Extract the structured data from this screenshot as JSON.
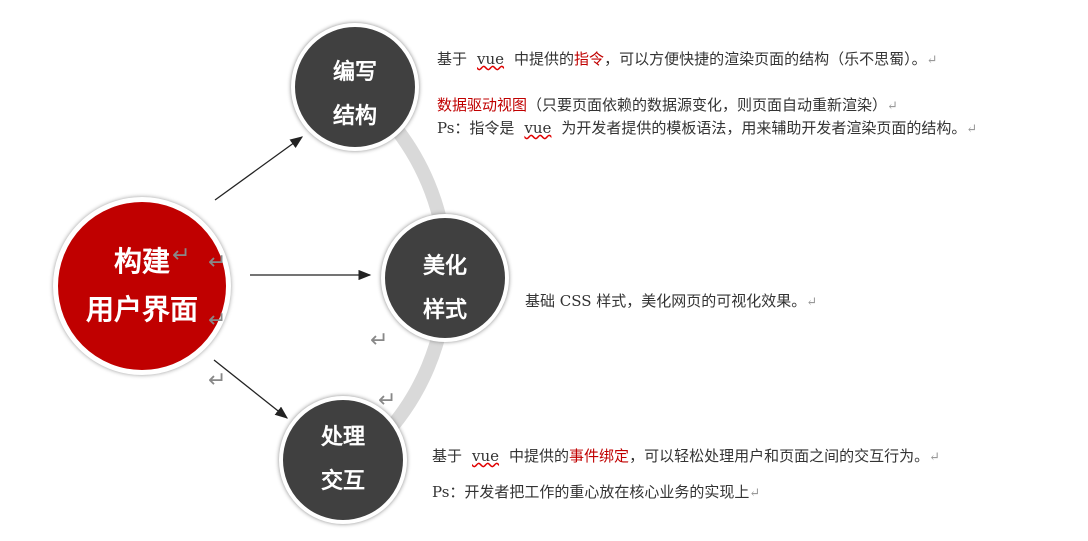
{
  "center": {
    "line1": "构建",
    "line2": "用户界面"
  },
  "nodes": [
    {
      "line1": "编写",
      "line2": "结构"
    },
    {
      "line1": "美化",
      "line2": "样式"
    },
    {
      "line1": "处理",
      "line2": "交互"
    }
  ],
  "descriptions": {
    "structure_1": {
      "a": "基于",
      "vue": "vue",
      "b": "中提供的",
      "hl": "指令",
      "c": "，可以方便快捷的渲染页面的结构（乐不思蜀）。"
    },
    "structure_2": {
      "hl": "数据驱动视图",
      "c": "（只要页面依赖的数据源变化，则页面自动重新渲染）"
    },
    "structure_3": {
      "a": "Ps：指令是",
      "vue": "vue",
      "c": "为开发者提供的模板语法，用来辅助开发者渲染页面的结构。"
    },
    "style_1": {
      "c": "基础 CSS 样式，美化网页的可视化效果。"
    },
    "interaction_1": {
      "a": "基于",
      "vue": "vue",
      "b": "中提供的",
      "hl": "事件绑定",
      "c": "，可以轻松处理用户和页面之间的交互行为。"
    },
    "interaction_2": {
      "c": "Ps：开发者把工作的重心放在核心业务的实现上"
    }
  },
  "paragraph_mark": "↵",
  "colors": {
    "accent": "#c00000",
    "node": "#404040",
    "arc": "#d9d9d9"
  }
}
